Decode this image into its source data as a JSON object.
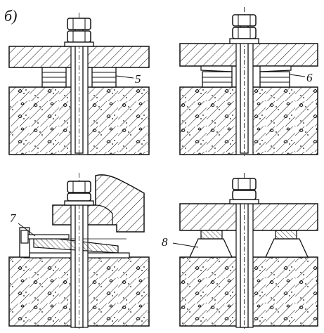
{
  "figure": {
    "part_label": "б)",
    "panels": [
      {
        "id": "top-left",
        "callout": "5"
      },
      {
        "id": "top-right",
        "callout": "6"
      },
      {
        "id": "bottom-left",
        "callout": "7"
      },
      {
        "id": "bottom-right",
        "callout": "8"
      }
    ]
  },
  "colors": {
    "ink": "#111111",
    "paper": "#ffffff"
  }
}
